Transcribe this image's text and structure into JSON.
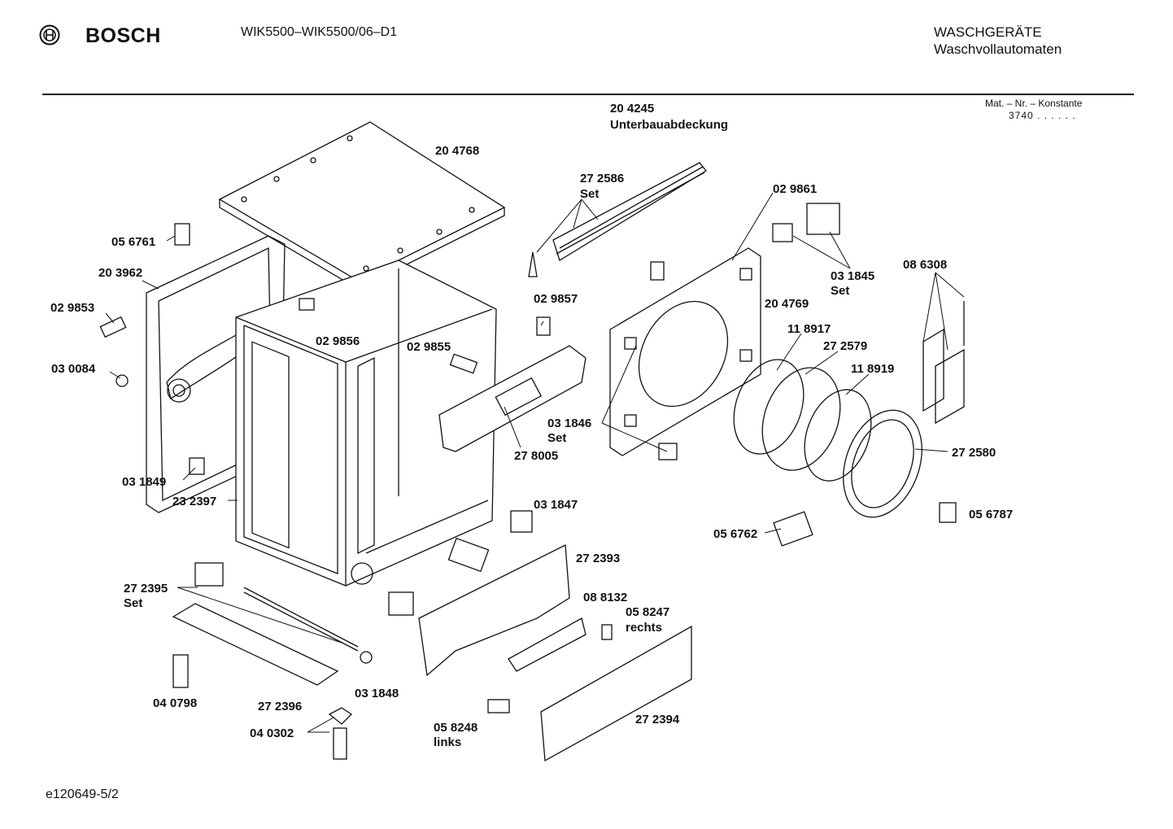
{
  "header": {
    "brand": "BOSCH",
    "model": "WIK5500–WIK5500/06–D1",
    "category_line1": "WASCHGERÄTE",
    "category_line2": "Waschvollautomaten",
    "mat_label": "Mat. – Nr. – Konstante",
    "mat_value": "3740 . . . . . ."
  },
  "footer": {
    "ref": "e120649-5/2"
  },
  "parts": {
    "p204245": "20 4245",
    "p204245_desc": "Unterbauabdeckung",
    "p204768": "20 4768",
    "p272586": "27 2586",
    "p272586_set": "Set",
    "p029861": "02 9861",
    "p056761": "05 6761",
    "p203962": "20 3962",
    "p029853": "02 9853",
    "p030084": "03 0084",
    "p029857": "02 9857",
    "p029856": "02 9856",
    "p029855": "02 9855",
    "p031845": "03 1845",
    "p031845_set": "Set",
    "p086308": "08 6308",
    "p204769": "20 4769",
    "p118917": "11 8917",
    "p272579": "27 2579",
    "p118919": "11 8919",
    "p031846": "03 1846",
    "p031846_set": "Set",
    "p278005": "27 8005",
    "p272580": "27 2580",
    "p031849": "03 1849",
    "p232397": "23 2397",
    "p031847": "03 1847",
    "p056762": "05 6762",
    "p056787": "05 6787",
    "p272393": "27 2393",
    "p272395": "27 2395",
    "p272395_set": "Set",
    "p088132": "08 8132",
    "p058247": "05 8247",
    "p058247_side": "rechts",
    "p040798": "04 0798",
    "p031848": "03 1848",
    "p272396": "27 2396",
    "p272394": "27 2394",
    "p058248": "05 8248",
    "p058248_side": "links",
    "p040302": "04 0302"
  }
}
